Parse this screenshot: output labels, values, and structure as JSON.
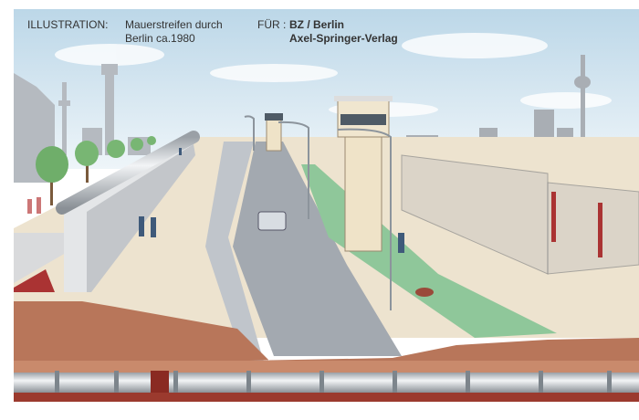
{
  "header": {
    "label": "ILLUSTRATION:",
    "title_line1": "Mauerstreifen durch",
    "title_line2": "Berlin ca.1980",
    "for_label": "FÜR :",
    "client_line1": "BZ / Berlin",
    "client_line2": "Axel-Springer-Verlag"
  },
  "colors": {
    "sky": "#cfe3ef",
    "ground": "#ede3cf",
    "road": "#9aa1a8",
    "earth": "#b8765a",
    "grass": "#8fc79a",
    "pipe": "#c9ccd0",
    "skyline": "#a9aeb4"
  }
}
